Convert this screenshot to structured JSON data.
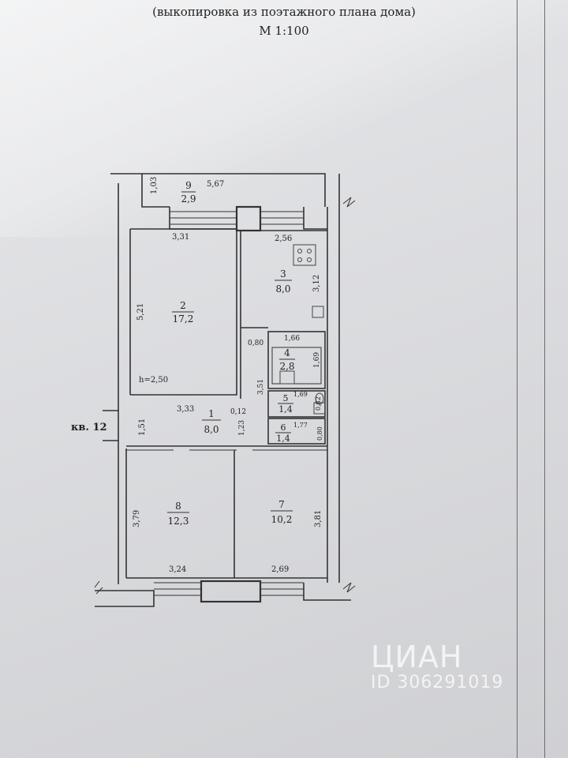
{
  "header": {
    "line1": "(выкопировка из поэтажного плана дома)",
    "line2": "М 1:100"
  },
  "apartment": {
    "label": "кв. 12"
  },
  "rooms": [
    {
      "num": "1",
      "area": "8,0"
    },
    {
      "num": "2",
      "area": "17,2"
    },
    {
      "num": "3",
      "area": "8,0"
    },
    {
      "num": "4",
      "area": "2,8"
    },
    {
      "num": "5",
      "area": "1,4"
    },
    {
      "num": "6",
      "area": "1,4"
    },
    {
      "num": "7",
      "area": "10,2"
    },
    {
      "num": "8",
      "area": "12,3"
    },
    {
      "num": "9",
      "area": "2,9"
    }
  ],
  "dimensions": {
    "balcony_width": "5,67",
    "balcony_depth": "1,03",
    "room2_width": "3,31",
    "room2_length": "5,21",
    "ceiling_height": "h=2,50",
    "room1_width": "3,33",
    "room1_depth": "1,51",
    "wall_gap": "0,12",
    "corridor_side": "1,23",
    "kitchen_width": "2,56",
    "kitchen_length": "3,12",
    "bath_width": "1,66",
    "bath_length": "1,69",
    "bath_gap": "0,80",
    "service_block": "3,51",
    "wc_width": "1,69",
    "wc_depth": "0,82",
    "closet_width": "1,77",
    "closet_depth": "0,80",
    "room8_length": "3,79",
    "room8_width": "3,24",
    "room7_length": "3,81",
    "room7_width": "2,69"
  },
  "watermark": {
    "brand": "ЦИАН",
    "listing_id": "ID 306291019"
  }
}
